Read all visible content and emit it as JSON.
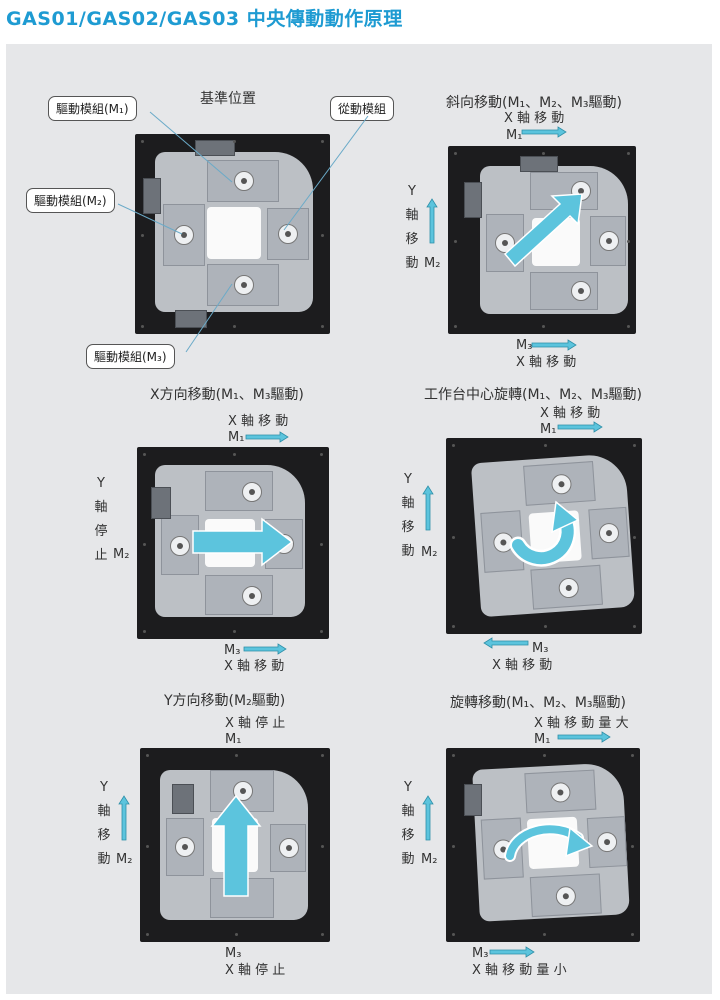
{
  "title": "GAS01/GAS02/GAS03 中央傳動動作原理",
  "colors": {
    "title": "#1e9bd2",
    "arrow": "#5cc4dd",
    "plate": "#1c1c1e",
    "background": "#e6e7e9"
  },
  "panels": {
    "p1": {
      "caption": "基準位置",
      "callouts": {
        "m1": "驅動模組(M₁)",
        "m2": "驅動模組(M₂)",
        "m3": "驅動模組(M₃)",
        "driven": "從動模組"
      }
    },
    "p2": {
      "caption": "斜向移動(M₁、M₂、M₃驅動)",
      "top_axis": "X 軸 移 動",
      "top_motor": "M₁",
      "left_axis": [
        "Y",
        "軸",
        "移",
        "動"
      ],
      "left_motor": "M₂",
      "bottom_motor": "M₃",
      "bottom_axis": "X 軸 移 動"
    },
    "p3": {
      "caption": "X方向移動(M₁、M₃驅動)",
      "top_axis": "X 軸 移 動",
      "top_motor": "M₁",
      "left_axis": [
        "Y",
        "軸",
        "停",
        "止"
      ],
      "left_motor": "M₂",
      "bottom_motor": "M₃",
      "bottom_axis": "X 軸 移 動"
    },
    "p4": {
      "caption": "工作台中心旋轉(M₁、M₂、M₃驅動)",
      "top_axis": "X 軸 移 動",
      "top_motor": "M₁",
      "left_axis": [
        "Y",
        "軸",
        "移",
        "動"
      ],
      "left_motor": "M₂",
      "bottom_motor": "M₃",
      "bottom_axis": "X 軸 移 動"
    },
    "p5": {
      "caption": "Y方向移動(M₂驅動)",
      "top_axis": "X 軸 停 止",
      "top_motor": "M₁",
      "left_axis": [
        "Y",
        "軸",
        "移",
        "動"
      ],
      "left_motor": "M₂",
      "bottom_motor": "M₃",
      "bottom_axis": "X 軸 停 止"
    },
    "p6": {
      "caption": "旋轉移動(M₁、M₂、M₃驅動)",
      "top_axis": "X 軸 移 動 量 大",
      "top_motor": "M₁",
      "left_axis": [
        "Y",
        "軸",
        "移",
        "動"
      ],
      "left_motor": "M₂",
      "bottom_motor": "M₃",
      "bottom_axis": "X 軸 移 動 量 小"
    }
  }
}
